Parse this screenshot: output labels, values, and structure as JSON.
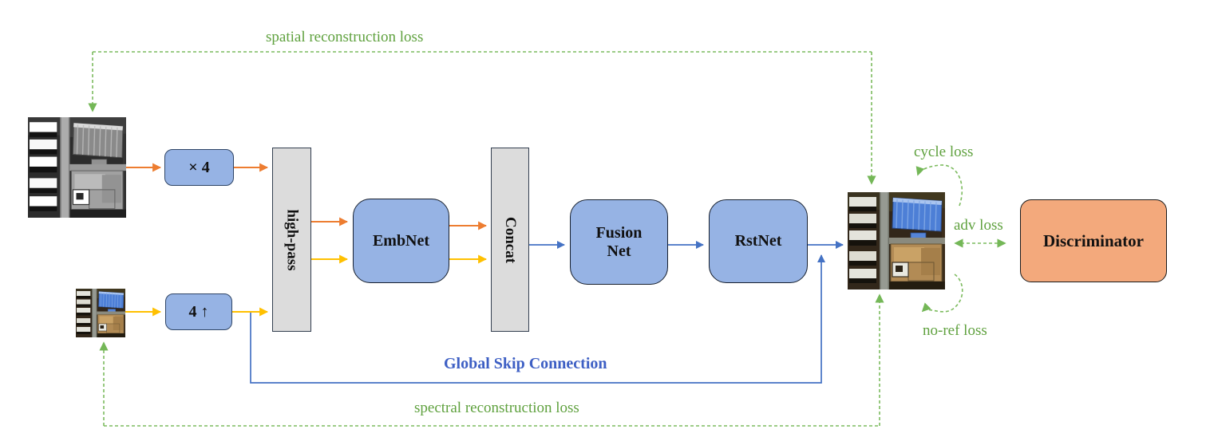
{
  "diagram": {
    "nodes": {
      "pan_upsample": "× 4",
      "ms_upsample": "4 ↑",
      "highpass": "high-pass",
      "embnet": "EmbNet",
      "concat": "Concat",
      "fusion": "Fusion\nNet",
      "rstnet": "RstNet",
      "discriminator": "Discriminator"
    },
    "losses": {
      "spatial": "spatial reconstruction loss",
      "spectral": "spectral reconstruction loss",
      "cycle": "cycle loss",
      "adv": "adv loss",
      "noref": "no-ref loss"
    },
    "skip_label": "Global Skip Connection",
    "colors": {
      "green_text": "#5fa13e",
      "green_line": "#7cbb5e",
      "orange": "#ed7d31",
      "yellow": "#ffc000",
      "blue": "#4472c4",
      "blue_text": "#3d5fc4",
      "box_blue": "#96b3e4",
      "box_gray": "#dcdcdc",
      "box_peach": "#f3a97c"
    }
  }
}
